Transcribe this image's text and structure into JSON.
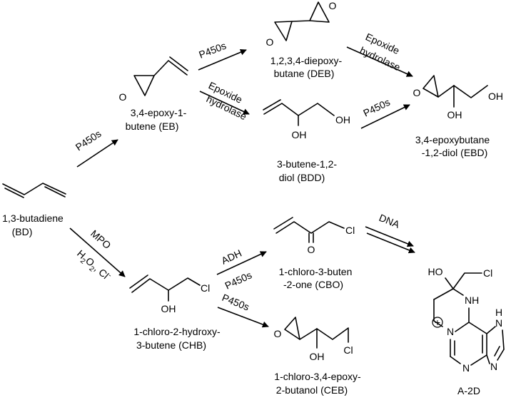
{
  "compounds": {
    "bd": {
      "line1": "1,3-butadiene",
      "line2": "(BD)"
    },
    "eb": {
      "line1": "3,4-epoxy-1-",
      "line2": "butene (EB)"
    },
    "deb": {
      "line1": "1,2,3,4-diepoxy-",
      "line2": "butane (DEB)"
    },
    "bdd": {
      "line1": "3-butene-1,2-",
      "line2": "diol (BDD)"
    },
    "ebd": {
      "line1": "3,4-epoxybutane",
      "line2": "-1,2-diol (EBD)"
    },
    "chb": {
      "line1": "1-chloro-2-hydroxy-",
      "line2": "3-butene (CHB)"
    },
    "cbo": {
      "line1": "1-chloro-3-buten",
      "line2": "-2-one (CBO)"
    },
    "ceb": {
      "line1": "1-chloro-3,4-epoxy-",
      "line2": "2-butanol (CEB)"
    },
    "a2d": {
      "line1": "A-2D"
    }
  },
  "enzymes": {
    "p450": "P450s",
    "epoxide": "Epoxide",
    "hydrolase": "hydrolase",
    "mpo": "MPO",
    "h2o2": "H",
    "h2o2_sub1": "2",
    "h2o2_o": "O",
    "h2o2_sub2": "2",
    "h2o2_cl": ", Cl",
    "h2o2_minus": "-",
    "adh": "ADH",
    "dna": "DNA"
  },
  "atoms": {
    "O": "O",
    "OH": "OH",
    "HO": "HO",
    "Cl": "Cl",
    "NH": "NH",
    "N": "N",
    "H": "H",
    "plus": "+"
  }
}
